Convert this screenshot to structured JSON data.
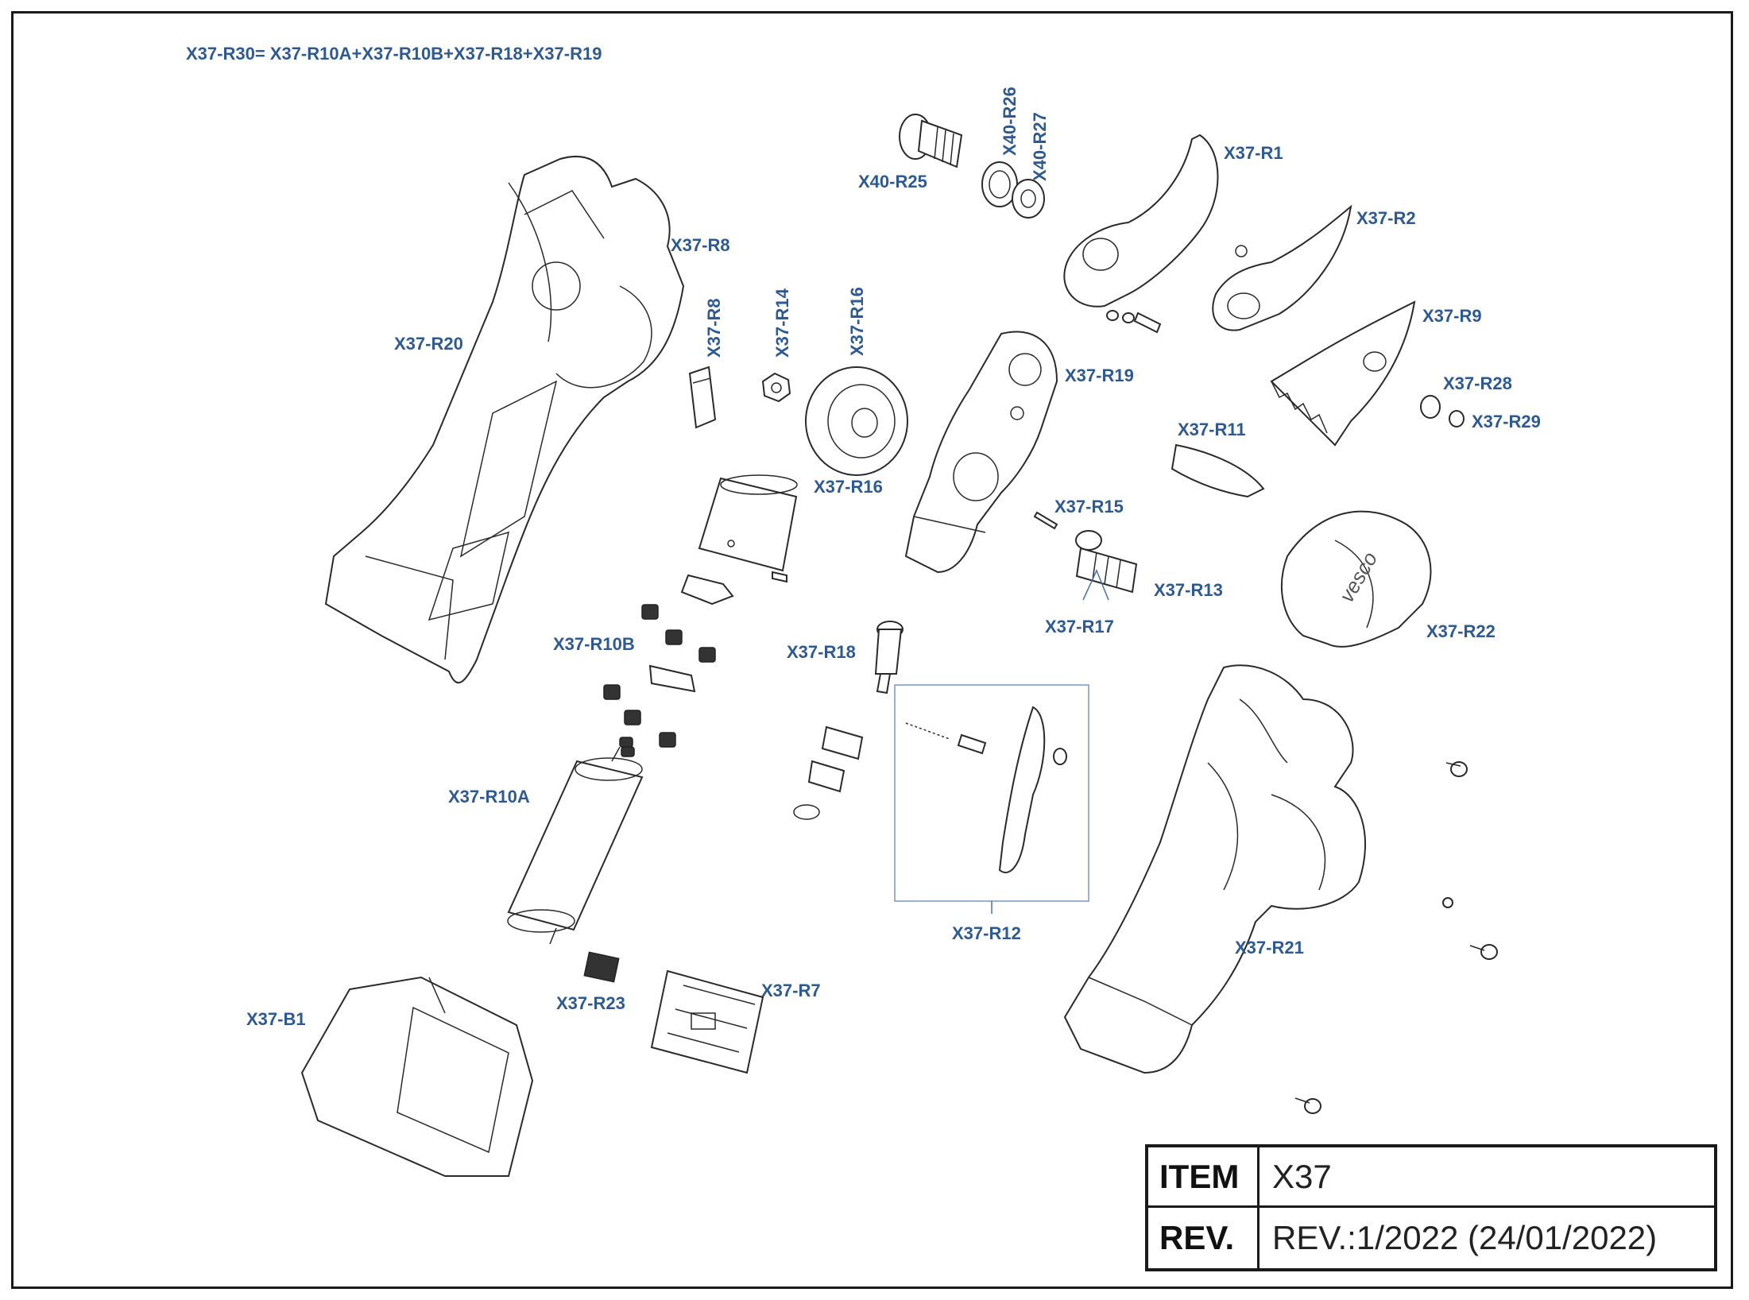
{
  "formula": "X37-R30= X37-R10A+X37-R10B+X37-R18+X37-R19",
  "labels": {
    "r1": "X37-R1",
    "r2": "X37-R2",
    "r7": "X37-R7",
    "r8a": "X37-R8",
    "r8b": "X37-R8",
    "r9": "X37-R9",
    "r10a": "X37-R10A",
    "r10b": "X37-R10B",
    "r11": "X37-R11",
    "r12": "X37-R12",
    "r13": "X37-R13",
    "r14": "X37-R14",
    "r15": "X37-R15",
    "r16a": "X37-R16",
    "r16b": "X37-R16",
    "r17": "X37-R17",
    "r18": "X37-R18",
    "r19": "X37-R19",
    "r20": "X37-R20",
    "r21": "X37-R21",
    "r22": "X37-R22",
    "r23": "X37-R23",
    "r28": "X37-R28",
    "r29": "X37-R29",
    "b1": "X37-B1",
    "x25": "X40-R25",
    "x26": "X40-R26",
    "x27": "X40-R27"
  },
  "title_block": {
    "item_label": "ITEM",
    "item_value": "X37",
    "rev_label": "REV.",
    "rev_value": "REV.:1/2022 (24/01/2022)"
  }
}
